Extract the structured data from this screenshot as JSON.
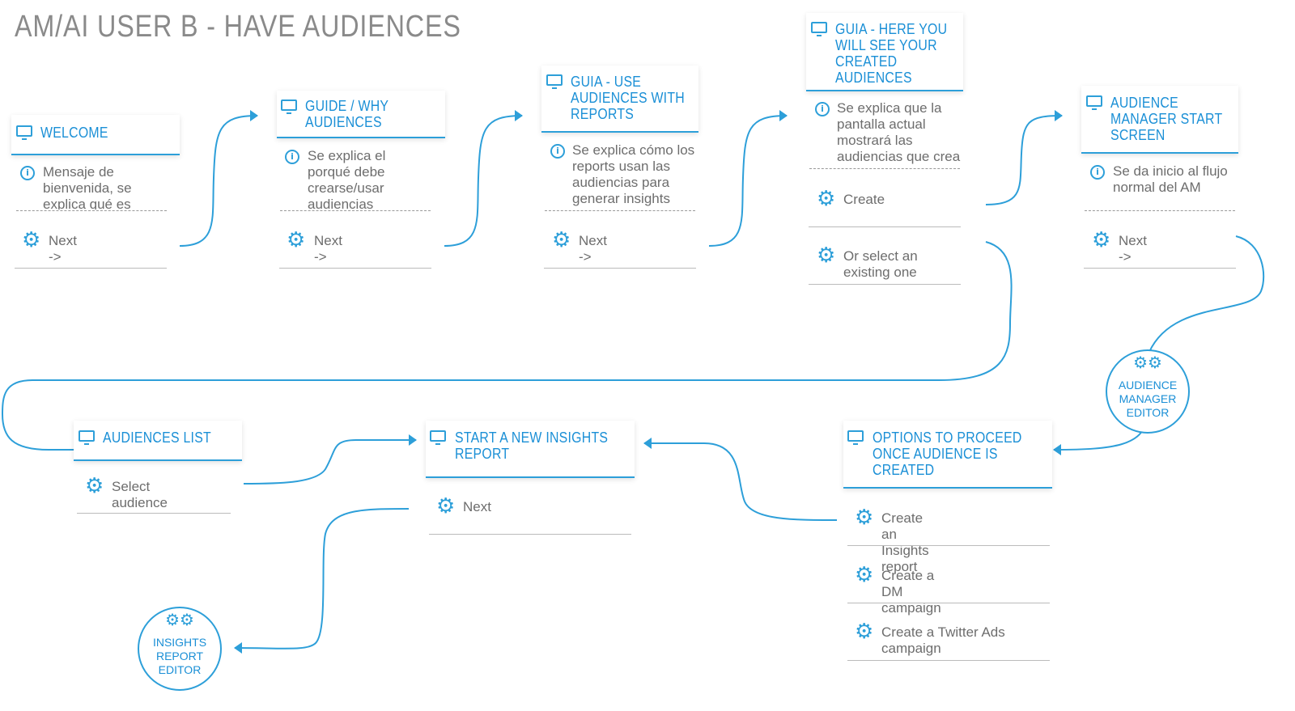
{
  "title": "AM/AI USER B - HAVE AUDIENCES",
  "colors": {
    "accent": "#2d9fd9",
    "text": "#6d6d6d",
    "title": "#8a8a8a"
  },
  "nodes": {
    "welcome": {
      "title": "WELCOME",
      "info": "Mensaje de bienvenida, se explica qué es",
      "action": "Next ->"
    },
    "guide_why": {
      "title": "GUIDE / WHY AUDIENCES",
      "info": "Se explica el porqué debe crearse/usar audiencias",
      "action": "Next ->"
    },
    "guia_reports": {
      "title": "GUIA - USE AUDIENCES WITH REPORTS",
      "info": "Se explica cómo los reports usan las audiencias para generar insights",
      "action": "Next ->"
    },
    "guia_created": {
      "title": "GUIA - HERE YOU WILL SEE YOUR CREATED AUDIENCES",
      "info": "Se explica que la pantalla actual mostrará las audiencias que crea",
      "action1": "Create",
      "action2": "Or select an existing one"
    },
    "am_start": {
      "title": "AUDIENCE MANAGER START SCREEN",
      "info": "Se da inicio al flujo normal del AM",
      "action": "Next ->"
    },
    "audiences_list": {
      "title": "AUDIENCES LIST",
      "action": "Select audience"
    },
    "new_insights": {
      "title": "START A NEW INSIGHTS REPORT",
      "action": "Next"
    },
    "options": {
      "title": "OPTIONS TO PROCEED ONCE AUDIENCE IS CREATED",
      "action1": "Create an Insights report",
      "action2": "Create a DM campaign",
      "action3": "Create a Twitter Ads campaign"
    }
  },
  "circles": {
    "am_editor": "AUDIENCE MANAGER EDITOR",
    "insights_editor": "INSIGHTS REPORT EDITOR"
  },
  "icons": {
    "screen": "monitor-icon",
    "info": "info-icon",
    "action": "gear-icon",
    "arrow": "arrow-icon"
  }
}
